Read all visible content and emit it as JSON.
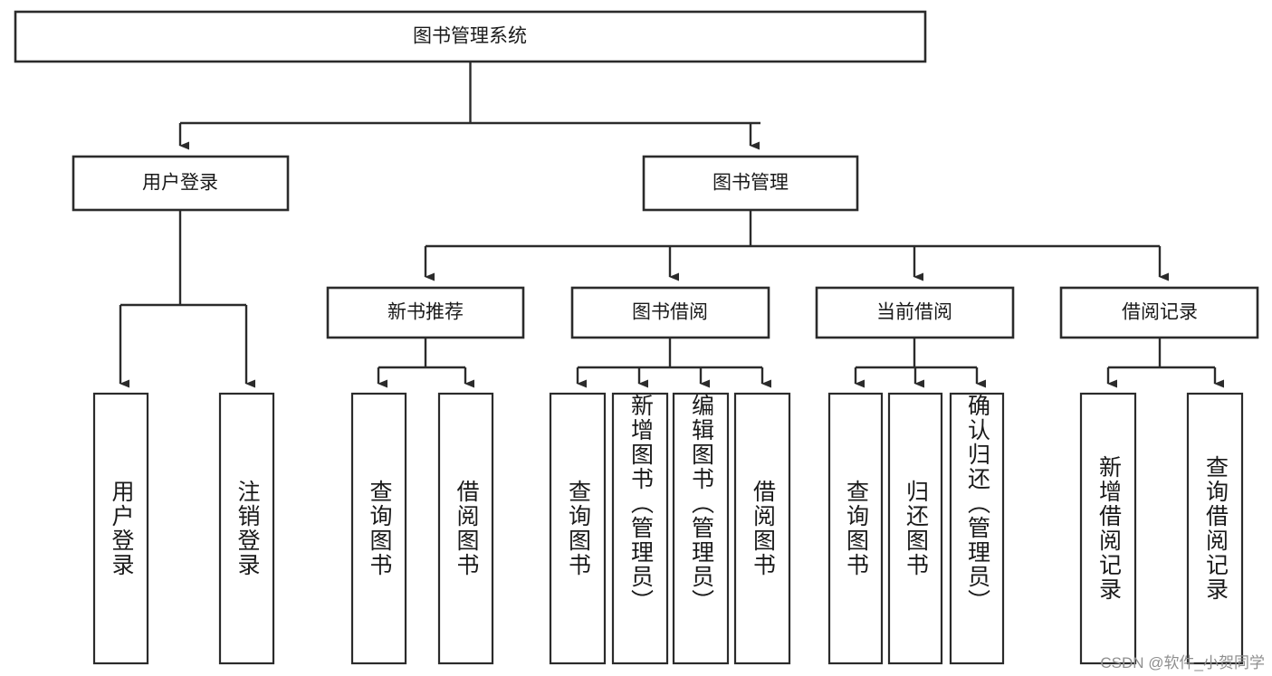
{
  "diagram": {
    "type": "tree",
    "title": "图书管理系统",
    "root": {
      "label": "图书管理系统"
    },
    "level2": [
      {
        "label": "用户登录"
      },
      {
        "label": "图书管理"
      }
    ],
    "level3": [
      {
        "label": "新书推荐"
      },
      {
        "label": "图书借阅"
      },
      {
        "label": "当前借阅"
      },
      {
        "label": "借阅记录"
      }
    ],
    "leaves": {
      "user_login": [
        {
          "label": "用户登录"
        },
        {
          "label": "注销登录"
        }
      ],
      "new_book_recommend": [
        {
          "label": "查询图书"
        },
        {
          "label": "借阅图书"
        }
      ],
      "book_borrow": [
        {
          "label": "查询图书"
        },
        {
          "label": "新增图书（管理员）"
        },
        {
          "label": "编辑图书（管理员）"
        },
        {
          "label": "借阅图书"
        }
      ],
      "current_borrow": [
        {
          "label": "查询图书"
        },
        {
          "label": "归还图书"
        },
        {
          "label": "确认归还（管理员）"
        }
      ],
      "borrow_record": [
        {
          "label": "新增借阅记录"
        },
        {
          "label": "查询借阅记录"
        }
      ]
    }
  },
  "watermark": {
    "text": "CSDN @软件_小贺同学"
  },
  "colors": {
    "stroke": "#2b2b2b",
    "background": "#ffffff",
    "text": "#1a1a1a",
    "watermark": "#8f8f8f"
  }
}
